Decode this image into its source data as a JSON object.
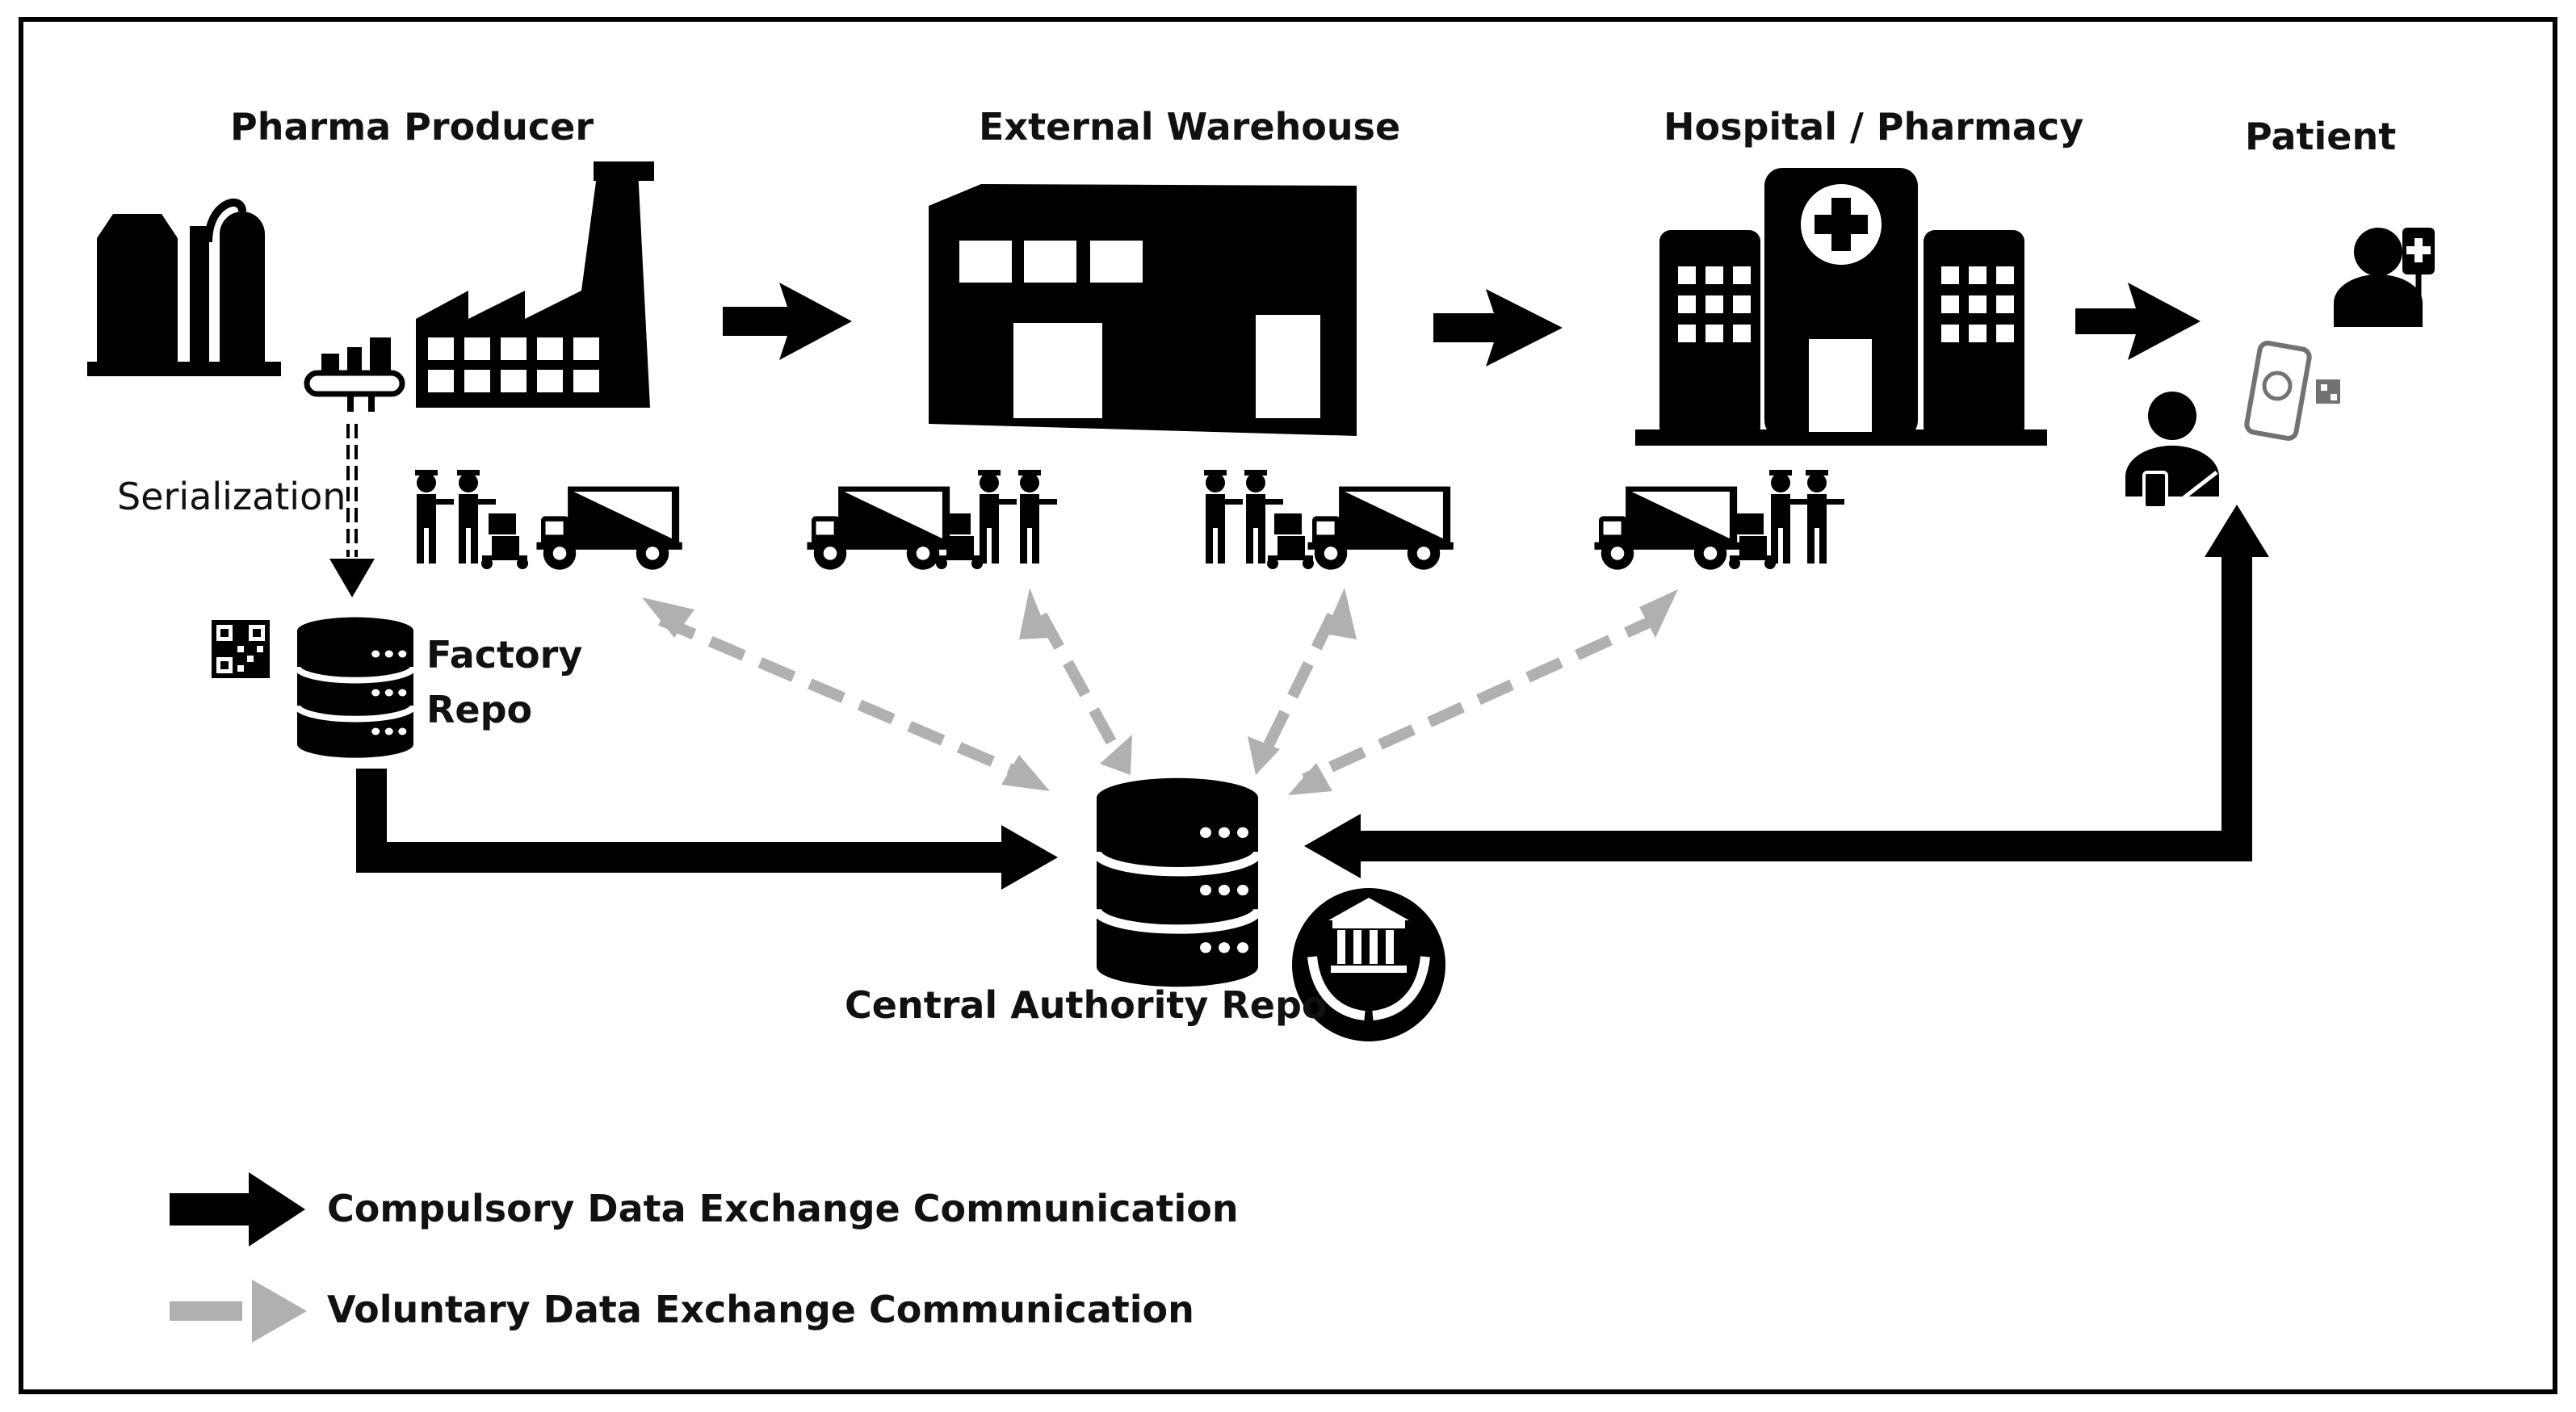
{
  "stages": {
    "producer": "Pharma Producer",
    "warehouse": "External Warehouse",
    "hospital": "Hospital / Pharmacy",
    "patient": "Patient"
  },
  "serialization": "Serialization",
  "factory_repo": {
    "line1": "Factory",
    "line2": "Repo"
  },
  "central_repo": "Central Authority Repo",
  "legend": {
    "compulsory": "Compulsory Data Exchange Communication",
    "voluntary": "Voluntary Data Exchange Communication"
  },
  "colors": {
    "compulsory": "#000000",
    "voluntary": "#b0b0b0",
    "frame": "#000000"
  },
  "icons": [
    "industrial-plant-icon",
    "factory-icon",
    "conveyor-icon",
    "warehouse-icon",
    "hospital-icon",
    "patient-iv-icon",
    "person-with-medicine-icon",
    "phone-scan-icon",
    "delivery-truck-icon",
    "delivery-workers-icon",
    "database-icon",
    "qr-code-icon",
    "government-hands-icon"
  ]
}
